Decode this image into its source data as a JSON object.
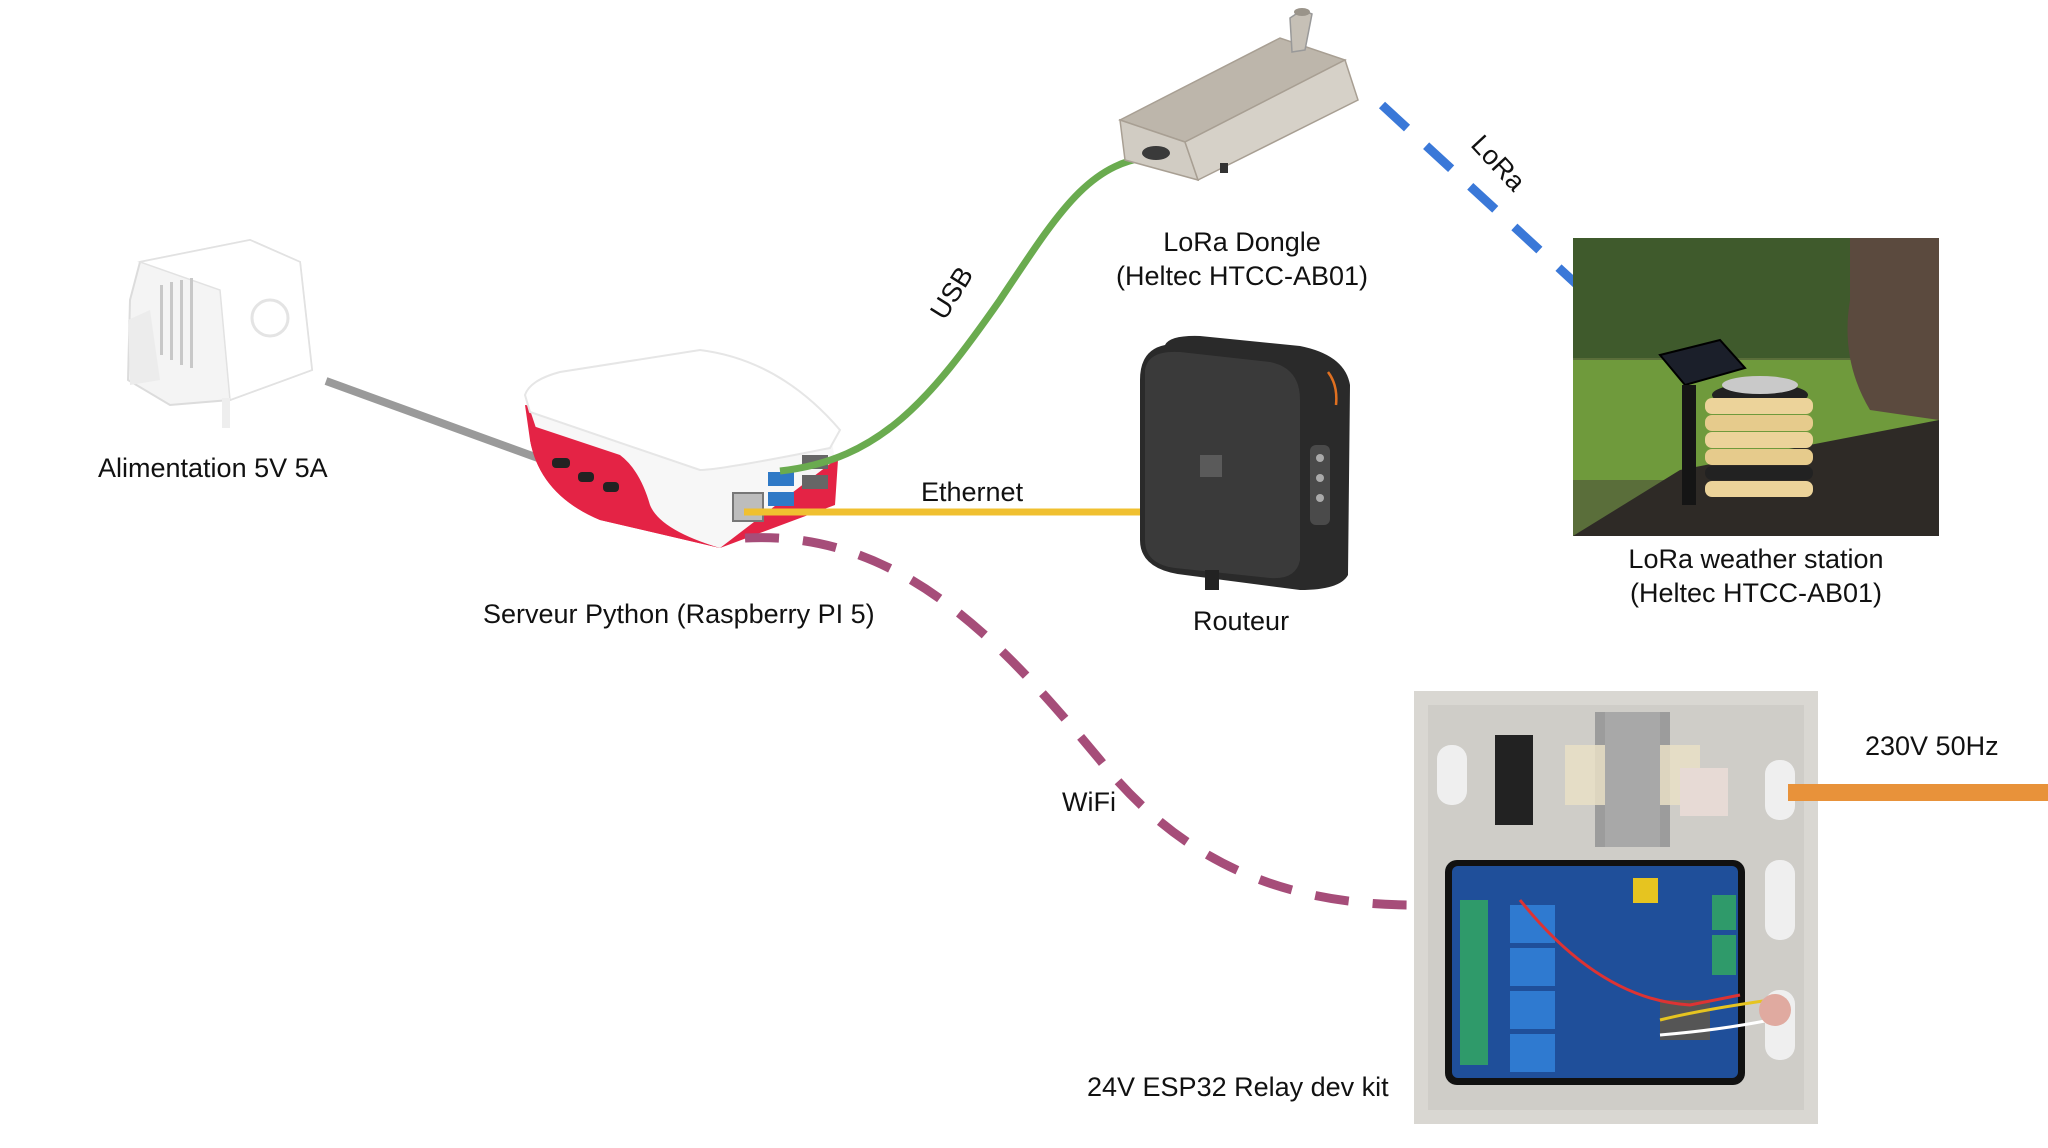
{
  "diagram": {
    "nodes": {
      "power_supply": {
        "label": "Alimentation 5V 5A",
        "icon": "power-adapter-icon"
      },
      "server": {
        "label": "Serveur Python (Raspberry PI 5)",
        "icon": "raspberry-pi-icon"
      },
      "dongle": {
        "label_line1": "LoRa Dongle",
        "label_line2": "(Heltec HTCC-AB01)",
        "icon": "lora-dongle-icon"
      },
      "router": {
        "label": "Routeur",
        "icon": "router-icon"
      },
      "weather_station": {
        "label_line1": "LoRa weather station",
        "label_line2": "(Heltec HTCC-AB01)",
        "icon": "weather-station-photo"
      },
      "relay_kit": {
        "label": "24V ESP32 Relay dev kit",
        "icon": "relay-box-photo"
      }
    },
    "links": {
      "usb": {
        "label": "USB",
        "color": "#6aab4f",
        "style": "solid"
      },
      "ethernet": {
        "label": "Ethernet",
        "color": "#f0c030",
        "style": "solid"
      },
      "lora": {
        "label": "LoRa",
        "color": "#3a78d8",
        "style": "dashed"
      },
      "wifi": {
        "label": "WiFi",
        "color": "#a64d79",
        "style": "dashed"
      },
      "power": {
        "label": "",
        "color": "#9a9a9a",
        "style": "solid"
      },
      "mains": {
        "label": "230V 50Hz",
        "color": "#e8923a",
        "style": "solid"
      }
    }
  }
}
